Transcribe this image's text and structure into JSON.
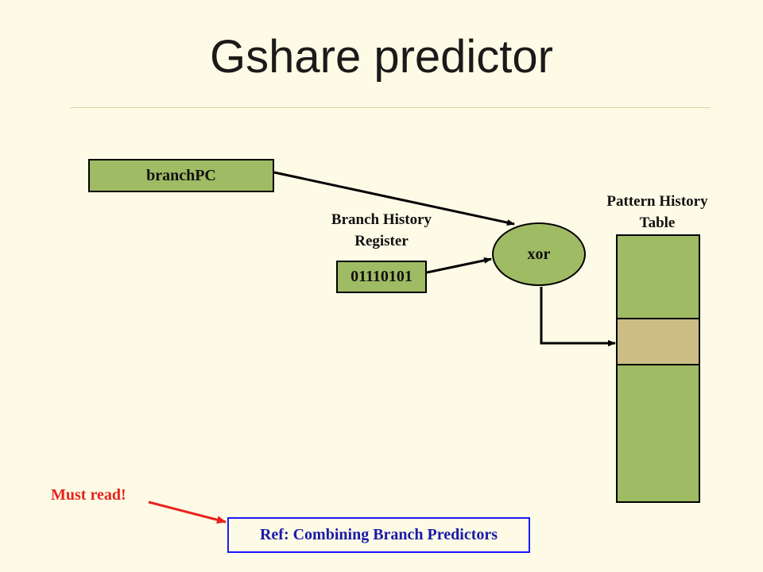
{
  "slide": {
    "title": "Gshare predictor"
  },
  "diagram": {
    "branch_pc_label": "branchPC",
    "bhr_caption_line1": "Branch History",
    "bhr_caption_line2": "Register",
    "bhr_value": "01110101",
    "xor_label": "xor",
    "pht_caption_line1": "Pattern History",
    "pht_caption_line2": "Table"
  },
  "footer": {
    "must_read": "Must read!",
    "reference": "Ref: Combining Branch Predictors"
  },
  "colors": {
    "background": "#fdfbe6",
    "box_fill": "#9fbb64",
    "highlight_entry": "#cbbd84",
    "must_read_text": "#e8231b",
    "ref_border": "#1a1aff"
  }
}
